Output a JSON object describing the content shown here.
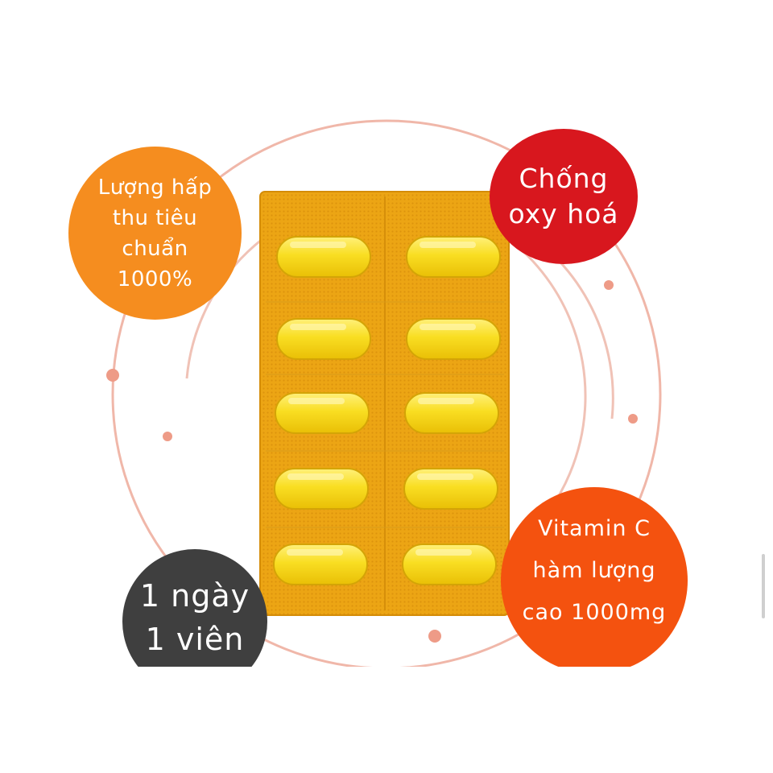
{
  "badges": {
    "absorption": {
      "lines": [
        "Lượng hấp",
        "thu tiêu",
        "chuẩn",
        "1000%"
      ],
      "color": "#f58d1f"
    },
    "antioxidant": {
      "lines": [
        "Chống",
        "oxy hoá"
      ],
      "color": "#d8171e"
    },
    "dosage": {
      "lines": [
        "1 ngày",
        "1 viên"
      ],
      "color": "#3f3f3f"
    },
    "vitamin": {
      "lines": [
        "Vitamin C",
        "hàm lượng",
        "cao 1000mg"
      ],
      "color": "#f4520f"
    }
  },
  "product": {
    "tablet_rows": 5,
    "tablet_columns": 2,
    "tablet_color": "#f7d21a",
    "blister_color": "#eea716"
  },
  "decor": {
    "ring_color": "#f0b7a9",
    "dot_color": "#ee9b87"
  }
}
